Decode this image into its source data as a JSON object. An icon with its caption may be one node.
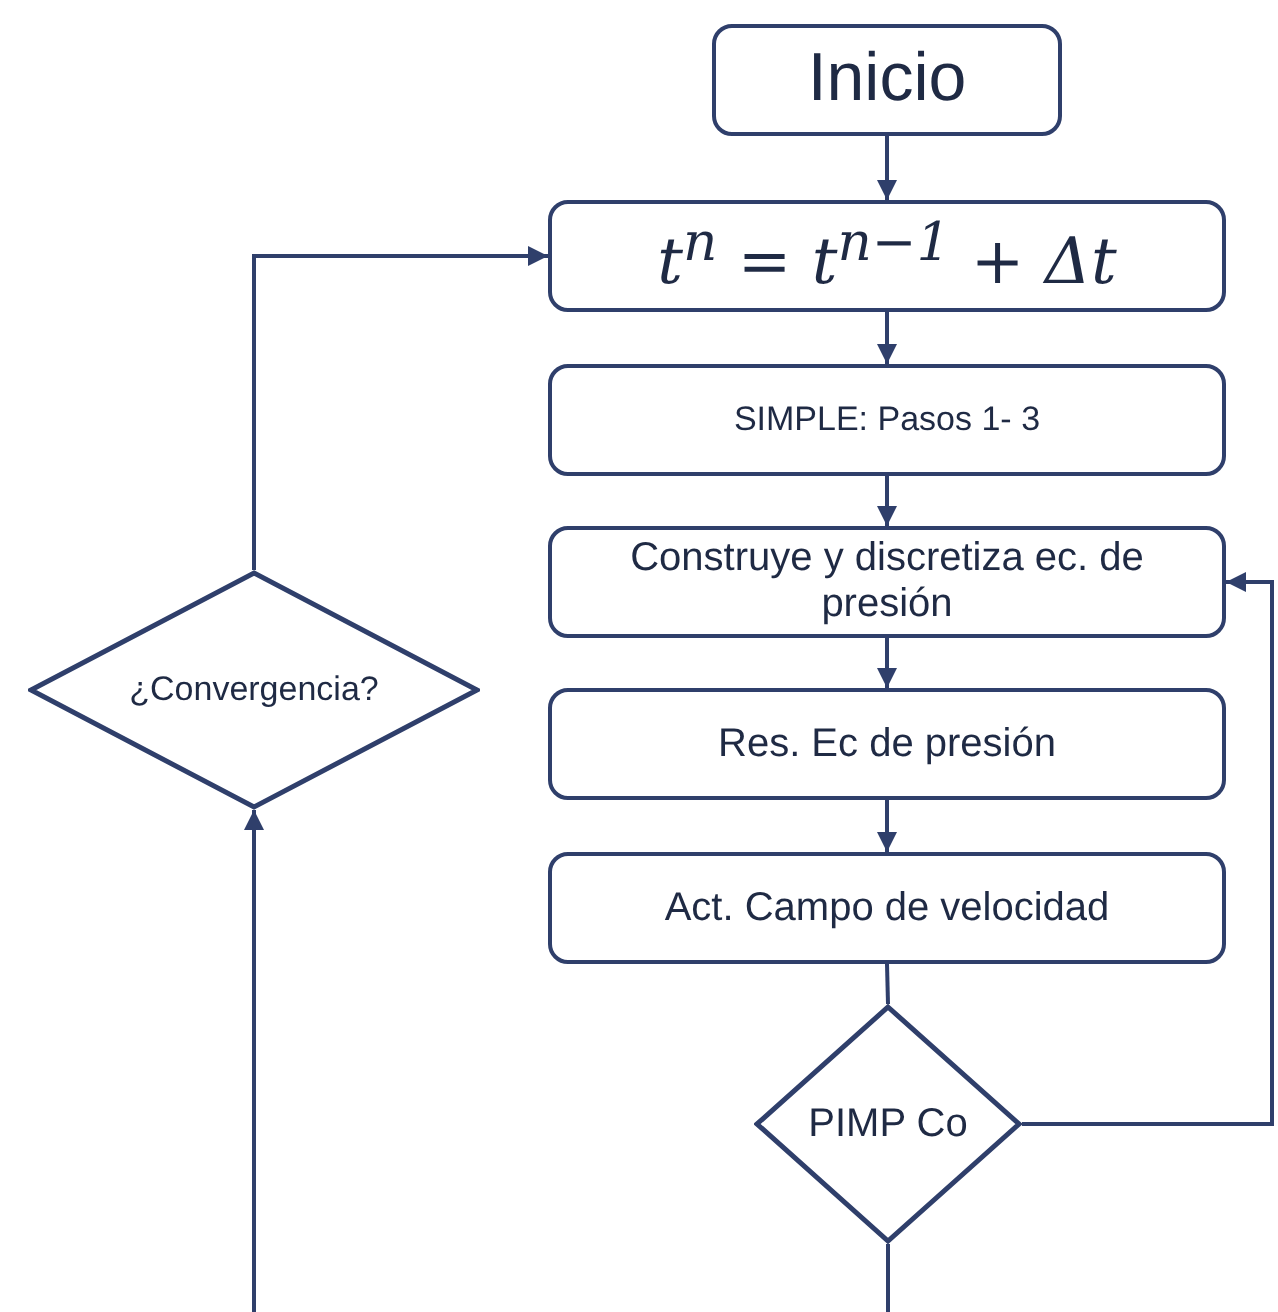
{
  "diagram": {
    "nodes": [
      {
        "text": [
          "Inicio"
        ]
      },
      {
        "text": [
          "t$^{n}$ = t$^{n−1}$ + Δt"
        ]
      },
      {
        "text": [
          "SIMPLE: Pasos 1- 3"
        ]
      },
      {
        "text": [
          "Construye y discretiza ec. de presión"
        ]
      },
      {
        "text": [
          "Res. Ec de presión"
        ]
      },
      {
        "text": [
          "Act. Campo de velocidad"
        ]
      },
      {
        "text": [
          "PIMP Co"
        ]
      },
      {
        "text": [
          "¿Convergencia?"
        ]
      }
    ],
    "edges": [
      {
        "from": 0,
        "to": 1,
        "arrow": "to"
      },
      {
        "from": 1,
        "to": 2,
        "arrow": "to"
      },
      {
        "from": 2,
        "to": 3,
        "arrow": "to"
      },
      {
        "from": 3,
        "to": 4,
        "arrow": "to"
      },
      {
        "from": 4,
        "to": 5,
        "arrow": "to"
      },
      {
        "from": 5,
        "to": 6,
        "arrow": "none"
      },
      {
        "from": 6,
        "to": 3,
        "arrow": "to"
      },
      {
        "from": 6,
        "to": null,
        "arrow": "none"
      },
      {
        "from": null,
        "to": 7,
        "arrow": "to"
      },
      {
        "from": 7,
        "to": 1,
        "arrow": "to"
      }
    ]
  }
}
